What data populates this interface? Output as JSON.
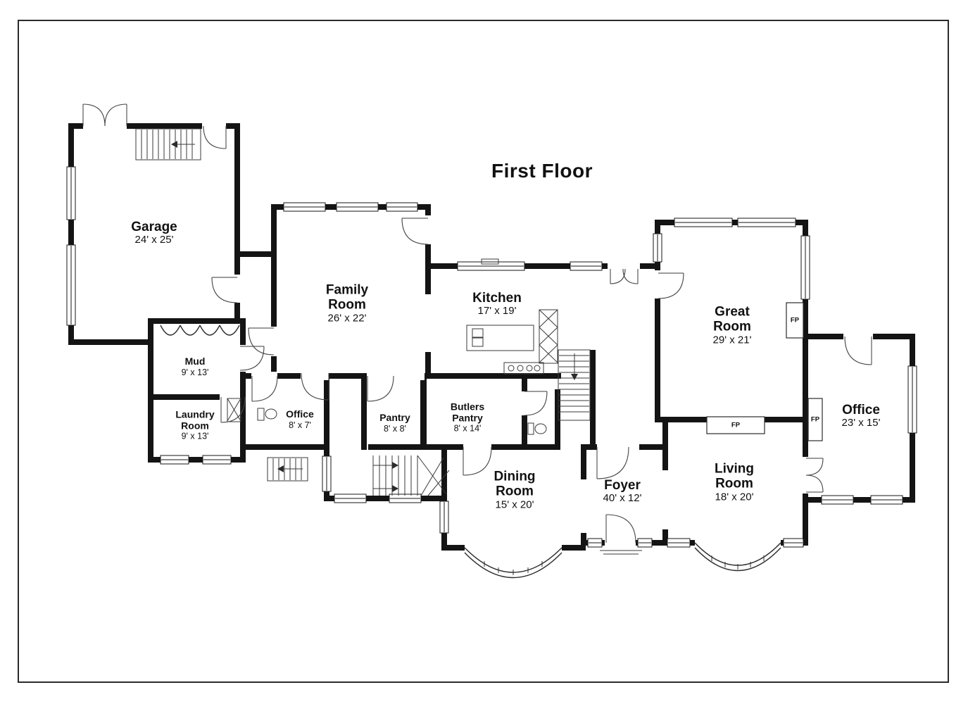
{
  "title": "First Floor",
  "fireplace_label": "FP",
  "rooms": [
    {
      "id": "garage",
      "name": "Garage",
      "dims": "24' x 25'"
    },
    {
      "id": "family-room",
      "name": "Family\nRoom",
      "dims": "26' x 22'"
    },
    {
      "id": "kitchen",
      "name": "Kitchen",
      "dims": "17' x 19'"
    },
    {
      "id": "great-room",
      "name": "Great\nRoom",
      "dims": "29' x 21'"
    },
    {
      "id": "office-right",
      "name": "Office",
      "dims": "23' x 15'"
    },
    {
      "id": "mud",
      "name": "Mud",
      "dims": "9' x 13'"
    },
    {
      "id": "laundry-room",
      "name": "Laundry\nRoom",
      "dims": "9' x 13'"
    },
    {
      "id": "office-small",
      "name": "Office",
      "dims": "8' x 7'"
    },
    {
      "id": "pantry",
      "name": "Pantry",
      "dims": "8' x 8'"
    },
    {
      "id": "butlers-pantry",
      "name": "Butlers\nPantry",
      "dims": "8' x 14'"
    },
    {
      "id": "dining-room",
      "name": "Dining\nRoom",
      "dims": "15' x 20'"
    },
    {
      "id": "foyer",
      "name": "Foyer",
      "dims": "40' x 12'"
    },
    {
      "id": "living-room",
      "name": "Living\nRoom",
      "dims": "18' x 20'"
    }
  ]
}
